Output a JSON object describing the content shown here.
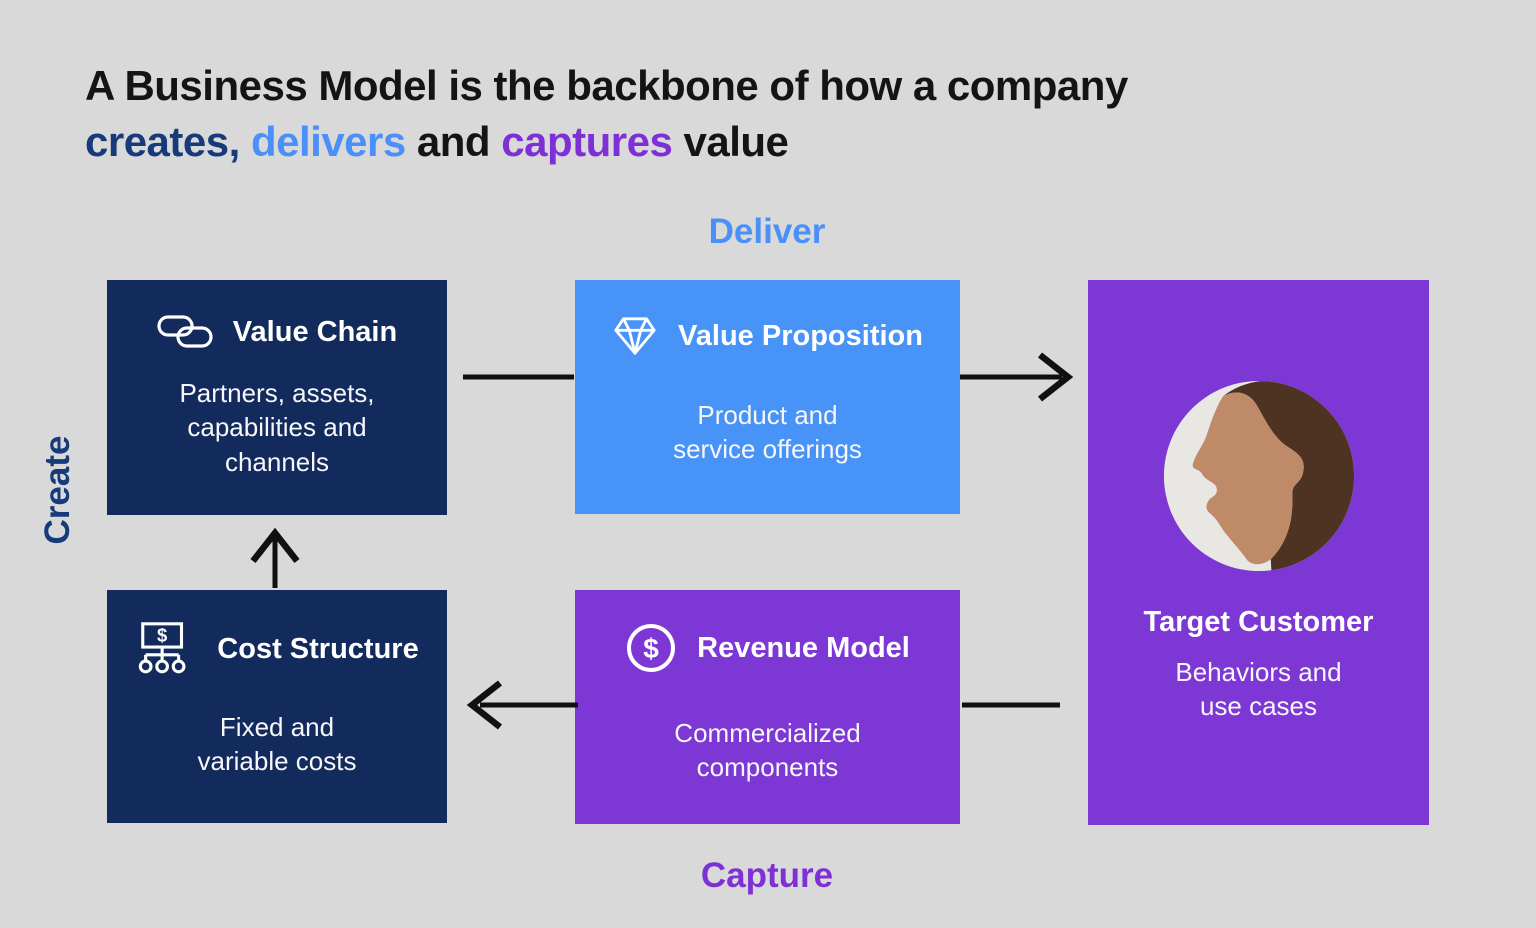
{
  "title": {
    "line1": "A Business Model is the backbone of how a company",
    "line2": {
      "creates": "creates,",
      "delivers": " delivers",
      "and": " and ",
      "captures": "captures",
      "value": " value"
    }
  },
  "flow_labels": {
    "create": "Create",
    "deliver": "Deliver",
    "capture": "Capture"
  },
  "boxes": {
    "value_chain": {
      "title": "Value Chain",
      "body": "Partners, assets,\ncapabilities and\nchannels",
      "icon": "chain-link-icon"
    },
    "value_proposition": {
      "title": "Value Proposition",
      "body": "Product and\nservice offerings",
      "icon": "diamond-gem-icon"
    },
    "target_customer": {
      "title": "Target Customer",
      "body": "Behaviors and\nuse cases",
      "icon": "person-profile-avatar"
    },
    "cost_structure": {
      "title": "Cost Structure",
      "body": "Fixed and\nvariable costs",
      "icon": "money-allocation-icon",
      "icon_glyph": "$"
    },
    "revenue_model": {
      "title": "Revenue Model",
      "body": "Commercialized\ncomponents",
      "icon": "dollar-circle-icon",
      "icon_glyph": "$"
    }
  },
  "colors": {
    "background": "#d9d9d9",
    "navy_box": "#122a5c",
    "blue_box": "#4793f7",
    "purple_box": "#7d37d4",
    "headline_text": "#141414",
    "creates_text": "#173a7a",
    "delivers_text": "#4a90f8",
    "captures_text": "#7e2fd6",
    "arrow": "#101010",
    "box_text": "#ffffff",
    "avatar_background": "#e8e7e4",
    "avatar_hair": "#4e3222",
    "avatar_skin": "#bf8a68"
  }
}
